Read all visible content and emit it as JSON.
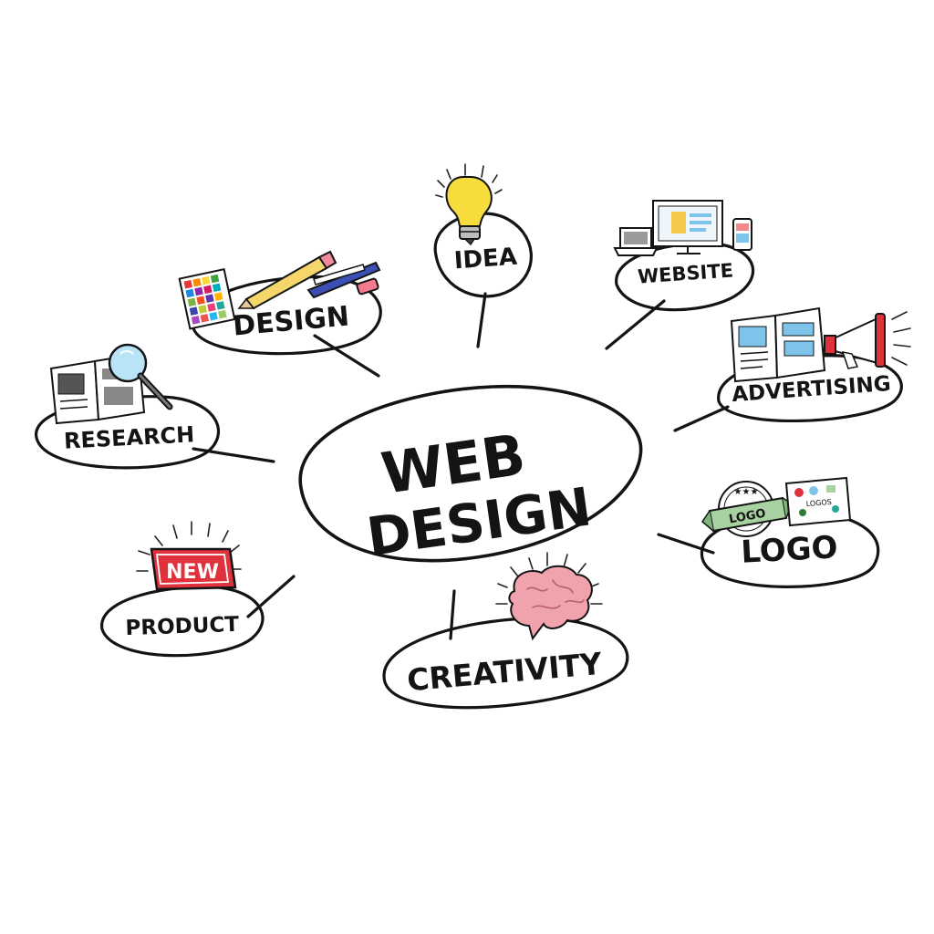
{
  "diagram": {
    "center": {
      "line1": "WEB",
      "line2": "DESIGN"
    },
    "nodes": {
      "idea": "IDEA",
      "website": "WEBSITE",
      "design": "DESIGN",
      "advertising": "ADVERTISING",
      "research": "RESEARCH",
      "logo": "LOGO",
      "product": "PRODUCT",
      "creativity": "CREATIVITY"
    },
    "badges": {
      "new": "NEW",
      "logo_ribbon": "LOGO",
      "logos_card": "LOGOS"
    },
    "icons": {
      "idea": "lightbulb-icon",
      "website": "devices-icon",
      "design": "color-palette-pencils-icon",
      "advertising": "megaphone-billboard-icon",
      "research": "newspaper-magnifier-icon",
      "logo": "logo-badge-icon",
      "product": "new-sign-icon",
      "creativity": "brain-icon"
    },
    "colors": {
      "ink": "#141414",
      "bulb": "#f7dc3e",
      "brain": "#f1a3ad",
      "new_sign": "#e0323c",
      "ribbon": "#a7d1a0",
      "screen_blue": "#7ec3ea",
      "screen_yellow": "#f5c94a"
    }
  }
}
